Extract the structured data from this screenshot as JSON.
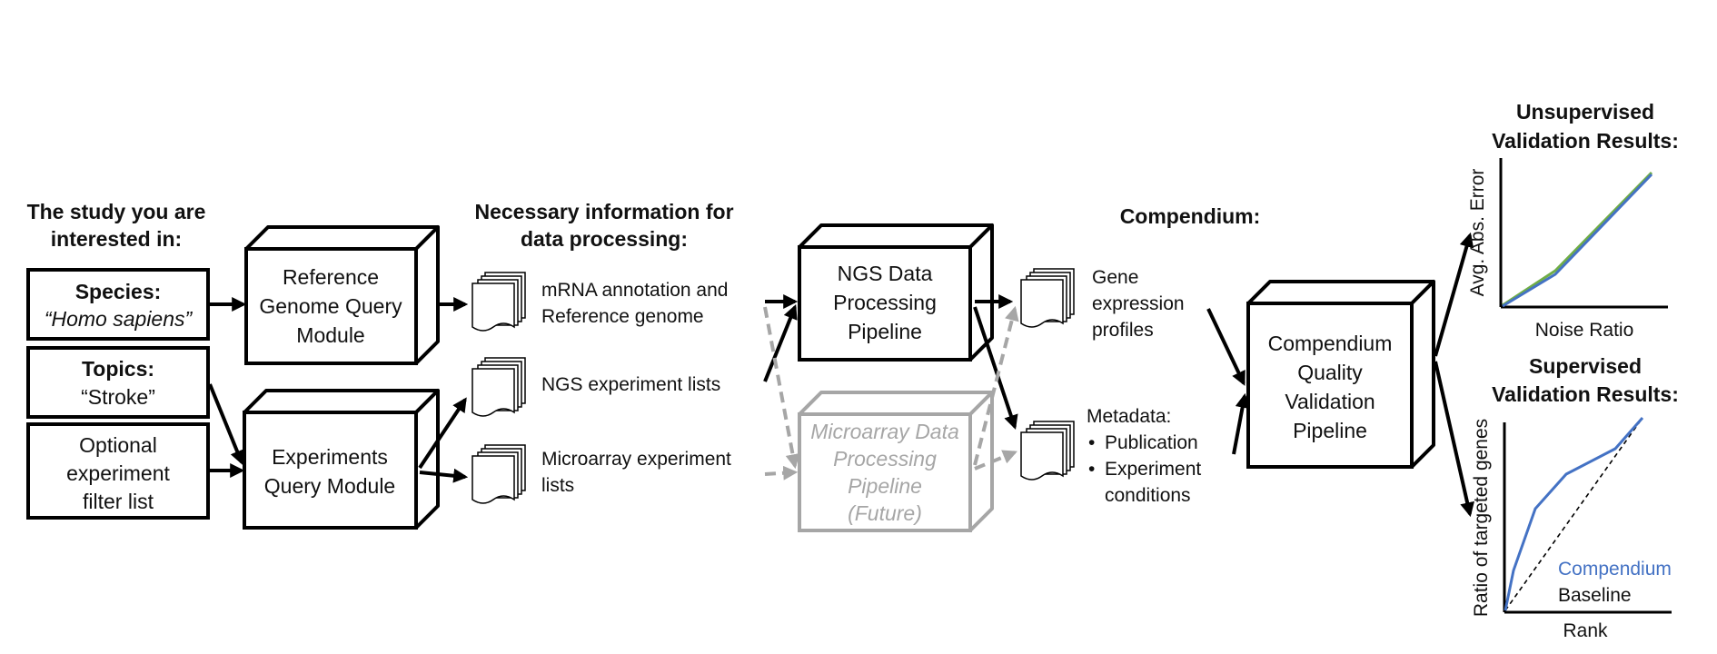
{
  "inputs": {
    "title_line1": "The study you are",
    "title_line2": "interested in:",
    "species_label": "Species:",
    "species_value": "“Homo sapiens”",
    "topics_label": "Topics:",
    "topics_value": "“Stroke”",
    "filter_line1": "Optional",
    "filter_line2": "experiment",
    "filter_line3": "filter list"
  },
  "modules": {
    "reference_line1": "Reference",
    "reference_line2": "Genome Query",
    "reference_line3": "Module",
    "experiments_line1": "Experiments",
    "experiments_line2": "Query Module"
  },
  "necessary_info": {
    "title_line1": "Necessary information for",
    "title_line2": "data processing:",
    "mrna_line1": "mRNA annotation and",
    "mrna_line2": "Reference genome",
    "ngs_lists": "NGS experiment lists",
    "microarray_line1": "Microarray experiment",
    "microarray_line2": "lists"
  },
  "pipelines": {
    "ngs_line1": "NGS Data",
    "ngs_line2": "Processing",
    "ngs_line3": "Pipeline",
    "micro_line1": "Microarray Data",
    "micro_line2": "Processing",
    "micro_line3": "Pipeline",
    "micro_line4": "(Future)"
  },
  "compendium": {
    "title": "Compendium:",
    "gene_line1": "Gene",
    "gene_line2": "expression",
    "gene_line3": "profiles",
    "meta_title": "Metadata:",
    "meta_item1": "Publication",
    "meta_item2_line1": "Experiment",
    "meta_item2_line2": "conditions"
  },
  "validation": {
    "line1": "Compendium",
    "line2": "Quality",
    "line3": "Validation",
    "line4": "Pipeline"
  },
  "results": {
    "unsup_line1": "Unsupervised",
    "unsup_line2": "Validation Results:",
    "unsup_ylabel": "Avg. Abs. Error",
    "unsup_xlabel": "Noise Ratio",
    "sup_line1": "Supervised",
    "sup_line2": "Validation Results:",
    "sup_ylabel": "Ratio of targeted genes",
    "sup_xlabel": "Rank",
    "compendium_legend": "Compendium",
    "baseline_legend": "Baseline"
  },
  "colors": {
    "black": "#000000",
    "grey": "#a6a6a6",
    "compendium_blue": "#4472c4",
    "unsup_green": "#70ad47"
  },
  "icons": [
    "stacked-documents-icon"
  ]
}
